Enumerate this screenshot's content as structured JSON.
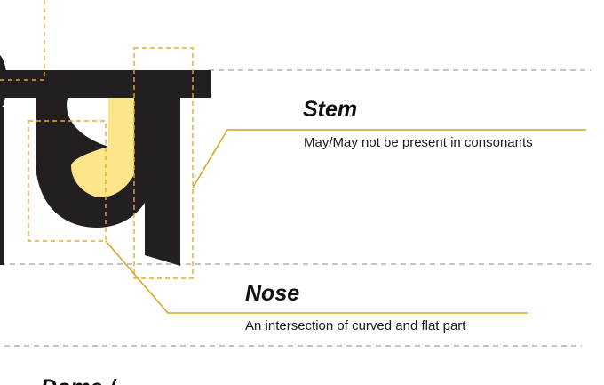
{
  "colors": {
    "glyph": "#231f20",
    "highlight": "#fde58a",
    "guide_box": "#e8a92a",
    "leader_line": "#d9a21c",
    "baseline_dash": "#8a8a8a"
  },
  "annotations": [
    {
      "title": "Stem",
      "description": "May/May not be present in consonants"
    },
    {
      "title": "Nose",
      "description": "An intersection of curved and flat part"
    }
  ],
  "next_section_title": "Dome / ..."
}
